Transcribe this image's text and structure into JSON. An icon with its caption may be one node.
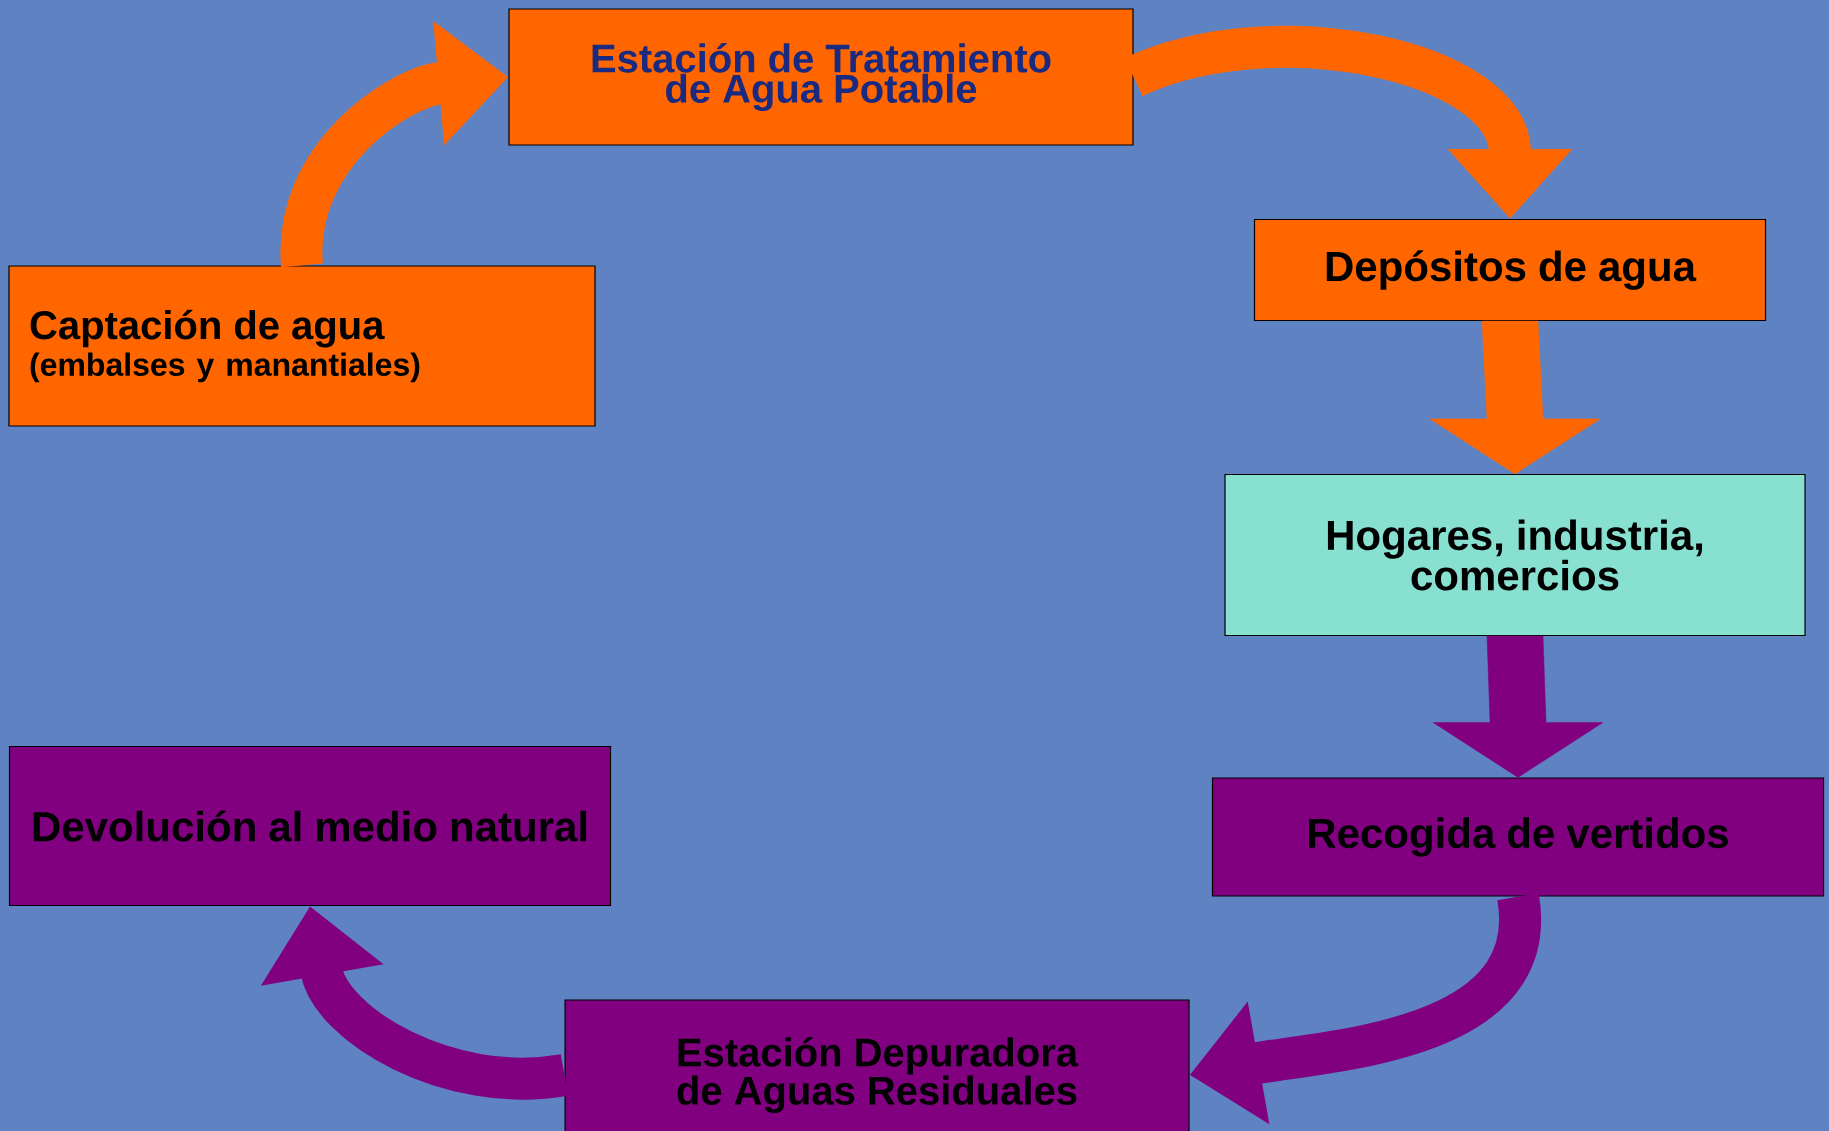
{
  "diagram": {
    "nodes": [
      {
        "text": [
          "Captación de agua",
          "(embalses y manantiales)"
        ]
      },
      {
        "text": [
          "Estación de Tratamiento de Agua Potable"
        ]
      },
      {
        "text": [
          "Depósitos de agua"
        ]
      },
      {
        "text": [
          "Hogares, industria, comercios"
        ]
      },
      {
        "text": [
          "Recogida de vertidos"
        ]
      },
      {
        "text": [
          "Estación Depuradora de Aguas Residuales"
        ]
      },
      {
        "text": [
          "Devolución al medio natural"
        ]
      }
    ],
    "edges": [
      {
        "from": 0,
        "to": 1,
        "arrow": "to"
      },
      {
        "from": 1,
        "to": 2,
        "arrow": "to"
      },
      {
        "from": 2,
        "to": 3,
        "arrow": "to"
      },
      {
        "from": 3,
        "to": 4,
        "arrow": "to",
        "color": "#800080"
      },
      {
        "from": 4,
        "to": 5,
        "arrow": "to",
        "color": "#800080"
      },
      {
        "from": 5,
        "to": 6,
        "arrow": "to",
        "color": "#800080"
      }
    ]
  }
}
